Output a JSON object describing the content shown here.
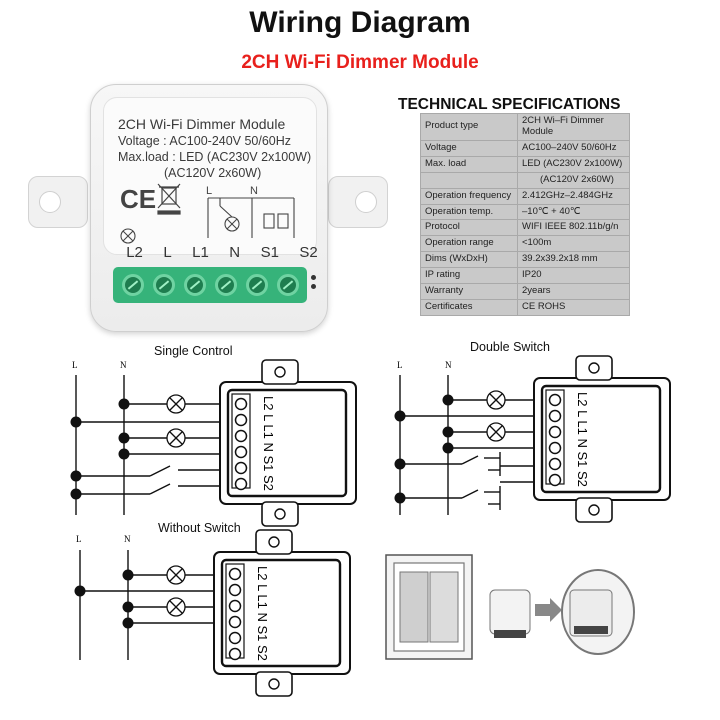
{
  "header": {
    "title": "Wiring Diagram",
    "subtitle": "2CH Wi-Fi Dimmer Module"
  },
  "module_label": {
    "line1": "2CH Wi-Fi Dimmer Module",
    "line2": "Voltage : AC100-240V 50/60Hz",
    "line3": "Max.load : LED (AC230V 2x100W)",
    "line4": "(AC120V 2x60W)",
    "mark": "CE",
    "terminals": [
      "L2",
      "L",
      "L1",
      "N",
      "S1",
      "S2"
    ]
  },
  "specs": {
    "title": "TECHNICAL SPECIFICATIONS",
    "rows": [
      {
        "key": "Product type",
        "value": "2CH Wi–Fi Dimmer Module"
      },
      {
        "key": "Voltage",
        "value": "AC100–240V 50/60Hz"
      },
      {
        "key": "Max. load",
        "value": "LED (AC230V 2x100W)"
      },
      {
        "key": "",
        "value": "(AC120V 2x60W)"
      },
      {
        "key": "Operation frequency",
        "value": "2.412GHz–2.484GHz"
      },
      {
        "key": "Operation temp.",
        "value": "–10℃ + 40℃"
      },
      {
        "key": "Protocol",
        "value": "WIFI IEEE 802.11b/g/n"
      },
      {
        "key": "Operation range",
        "value": "<100m"
      },
      {
        "key": "Dims (WxDxH)",
        "value": "39.2x39.2x18 mm"
      },
      {
        "key": "IP rating",
        "value": "IP20"
      },
      {
        "key": "Warranty",
        "value": "2years"
      },
      {
        "key": "Certificates",
        "value": "CE ROHS"
      }
    ]
  },
  "diagrams": {
    "single": {
      "title": "Single Control",
      "line_l": "L",
      "line_n": "N"
    },
    "double": {
      "title": "Double Switch",
      "line_l": "L",
      "line_n": "N"
    },
    "noswitch": {
      "title": "Without Switch",
      "line_l": "L",
      "line_n": "N"
    },
    "terminal_text": "L2 L L1 N S1 S2"
  },
  "colors": {
    "accent": "#e8201c",
    "terminal_green": "#36b37a"
  }
}
